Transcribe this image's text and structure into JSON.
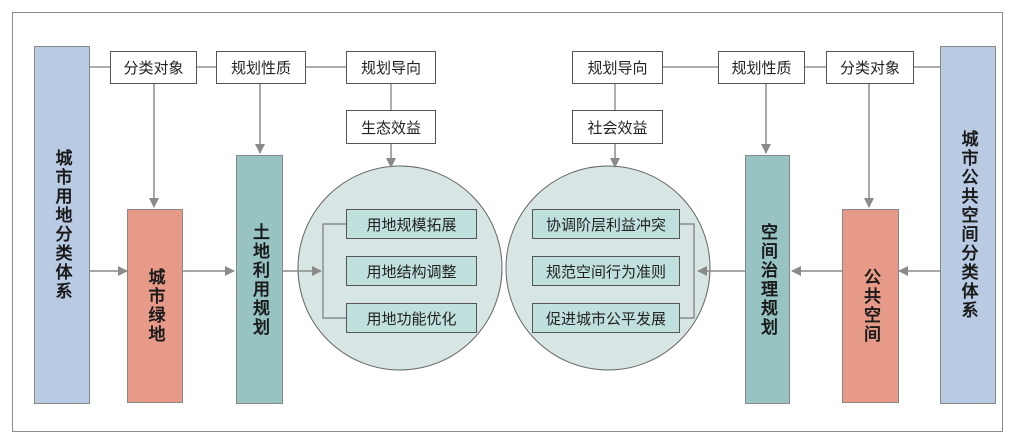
{
  "left": {
    "system": "城市用地分类体系",
    "object_label": "分类对象",
    "nature_label": "规划性质",
    "direction_label": "规划导向",
    "benefit_label": "生态效益",
    "object": "城市绿地",
    "planning": "土地利用规划",
    "goals": [
      "用地规模拓展",
      "用地结构调整",
      "用地功能优化"
    ]
  },
  "right": {
    "system": "城市公共空间分类体系",
    "object_label": "分类对象",
    "nature_label": "规划性质",
    "direction_label": "规划导向",
    "benefit_label": "社会效益",
    "object": "公共空间",
    "planning": "空间治理规划",
    "goals": [
      "协调阶层利益冲突",
      "规范空间行为准则",
      "促进城市公平发展"
    ]
  },
  "colors": {
    "system_bar": "#b8cbe3",
    "object_bar": "#e79a88",
    "planning_bar": "#98c3c3",
    "circle": "#d7e6e4",
    "goal_box": "#bfe0dc"
  }
}
